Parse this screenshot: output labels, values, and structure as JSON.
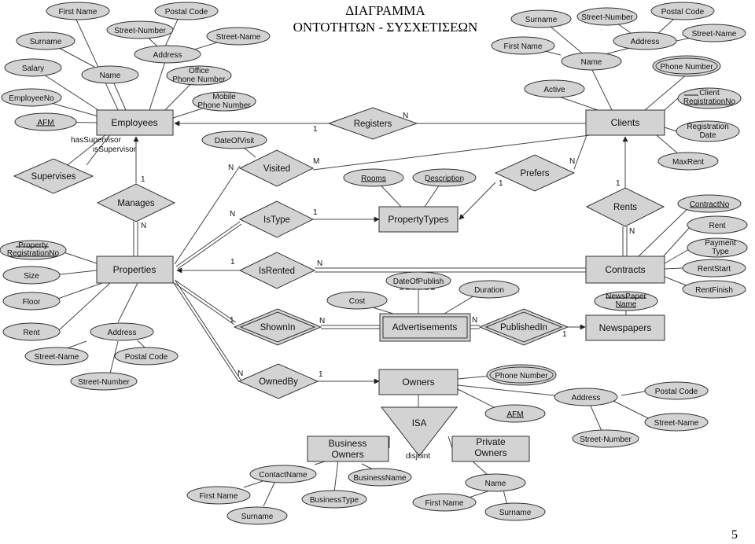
{
  "title_line1": "ΔΙΑΓΡΑΜΜΑ",
  "title_line2": "ΟΝΤΟΤΗΤΩΝ - ΣΥΣΧΕΤΙΣΕΩΝ",
  "page_number": "5",
  "colors": {
    "fill": "#d3d3d3",
    "stroke": "#333333",
    "text": "#111111"
  },
  "entities": {
    "employees": "Employees",
    "clients": "Clients",
    "properties": "Properties",
    "property_types": "PropertyTypes",
    "contracts": "Contracts",
    "advertisements": "Advertisements",
    "newspapers": "Newspapers",
    "owners": "Owners",
    "business_owners": [
      "Business",
      "Owners"
    ],
    "private_owners": [
      "Private",
      "Owners"
    ]
  },
  "relationships": {
    "registers": "Registers",
    "visited": "Visited",
    "supervises": "Supervises",
    "manages": "Manages",
    "is_type": "IsType",
    "prefers": "Prefers",
    "rents": "Rents",
    "is_rented": "IsRented",
    "shown_in": "ShownIn",
    "published_in": "PublishedIn",
    "owned_by": "OwnedBy",
    "isa": "ISA"
  },
  "attributes": {
    "emp_first_name": "First Name",
    "emp_postal_code": "Postal Code",
    "emp_street_number": "Street-Number",
    "emp_street_name": "Street-Name",
    "emp_surname": "Surname",
    "emp_address": "Address",
    "emp_name": "Name",
    "emp_salary": "Salary",
    "emp_office_phone": [
      "Office",
      "Phone Number"
    ],
    "emp_employee_no": "EmployeeNo",
    "emp_mobile_phone": [
      "Mobile",
      "Phone Number"
    ],
    "emp_afm": "AFM",
    "date_of_visit": "DateOfVisit",
    "cl_surname": "Surname",
    "cl_street_number": "Street-Number",
    "cl_postal_code": "Postal Code",
    "cl_first_name": "First Name",
    "cl_address": "Address",
    "cl_street_name": "Street-Name",
    "cl_name": "Name",
    "cl_phone_number": "Phone Number",
    "cl_active": "Active",
    "cl_reg_no": [
      "Client",
      "RegistrationNo"
    ],
    "cl_reg_date": [
      "Registration",
      "Date"
    ],
    "cl_max_rent": "MaxRent",
    "pt_rooms": "Rooms",
    "pt_description": "Description",
    "ct_contract_no": "ContractNo",
    "ct_rent": "Rent",
    "ct_payment_type": [
      "Payment",
      "Type"
    ],
    "ct_rent_start": "RentStart",
    "ct_rent_finish": "RentFinish",
    "pr_reg_no": [
      "Property",
      "RegistrationNo"
    ],
    "pr_size": "Size",
    "pr_floor": "Floor",
    "pr_rent": "Rent",
    "pr_address": "Address",
    "pr_street_name": "Street-Name",
    "pr_postal_code": "Postal Code",
    "pr_street_number": "Street-Number",
    "ad_date_of_publish": "DateOfPublish",
    "ad_cost": "Cost",
    "ad_duration": "Duration",
    "np_name": [
      "NewsPaper",
      "Name"
    ],
    "ow_phone_number": "Phone Number",
    "ow_afm": "AFM",
    "ow_address": "Address",
    "ow_postal_code": "Postal Code",
    "ow_street_name": "Street-Name",
    "ow_street_number": "Street-Number",
    "bo_contact_name": "ContactName",
    "bo_business_name": "BusinessName",
    "bo_first_name": "First Name",
    "bo_business_type": "BusinessType",
    "bo_surname": "Surname",
    "po_name": "Name",
    "po_first_name": "First Name",
    "po_surname": "Surname"
  },
  "annotations": {
    "has_supervisor": "hasSupervisor",
    "is_supervisor": "isSupervisor",
    "disjoint": "disjoint"
  },
  "cardinalities": {
    "registers_emp": "1",
    "registers_cl": "N",
    "visited_prop": "N",
    "visited_cl": "M",
    "manages_emp": "1",
    "manages_prop": "N",
    "istype_prop": "N",
    "istype_pt": "1",
    "prefers_pt": "1",
    "prefers_cl": "N",
    "rents_cl": "1",
    "rents_ct": "N",
    "isrented_prop": "1",
    "isrented_ct": "N",
    "shownin_prop": "1",
    "shownin_ad": "N",
    "publishedin_ad": "N",
    "publishedin_np": "1",
    "ownedby_prop": "N",
    "ownedby_ow": "1"
  }
}
